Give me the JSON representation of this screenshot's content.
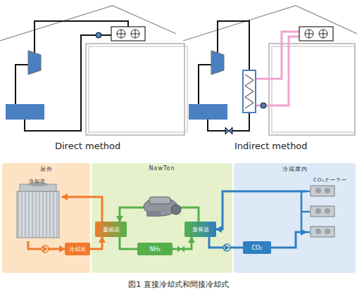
{
  "diagram": {
    "caption": "図1 直接冷却式和間接冷却式",
    "nodes": [
      {
        "text": [
          "屋外"
        ]
      },
      {
        "text": [
          "冷却塔"
        ],
        "in": 0
      },
      {
        "text": [
          "冷却水"
        ],
        "in": 0
      },
      {
        "text": [
          "NewTon"
        ]
      },
      {
        "text": [
          "凝縮器"
        ],
        "in": 3
      },
      {
        "text": [
          "NH₃"
        ],
        "in": 3
      },
      {
        "text": [
          "蒸発器"
        ],
        "in": 3
      },
      {
        "text": [
          "冷蔵庫内"
        ]
      },
      {
        "text": [
          "CO₂"
        ],
        "in": 7
      },
      {
        "text": [
          "CO₂クーラー"
        ],
        "in": 7
      }
    ],
    "edges": [
      {
        "from": 4,
        "to": 1,
        "arrow": "to"
      },
      {
        "from": 1,
        "to": 2,
        "arrow": "to"
      },
      {
        "from": 2,
        "to": 4,
        "arrow": "to"
      },
      {
        "from": 6,
        "to": 4,
        "arrow": "to"
      },
      {
        "from": 4,
        "to": 5,
        "arrow": "none"
      },
      {
        "from": 5,
        "to": 6,
        "arrow": "to"
      },
      {
        "from": 6,
        "to": 8,
        "arrow": "none"
      },
      {
        "from": 8,
        "to": 9,
        "arrow": "to"
      },
      {
        "from": 9,
        "to": 6,
        "arrow": "to"
      }
    ],
    "labels": [
      "Direct method",
      "Indirect method"
    ]
  }
}
